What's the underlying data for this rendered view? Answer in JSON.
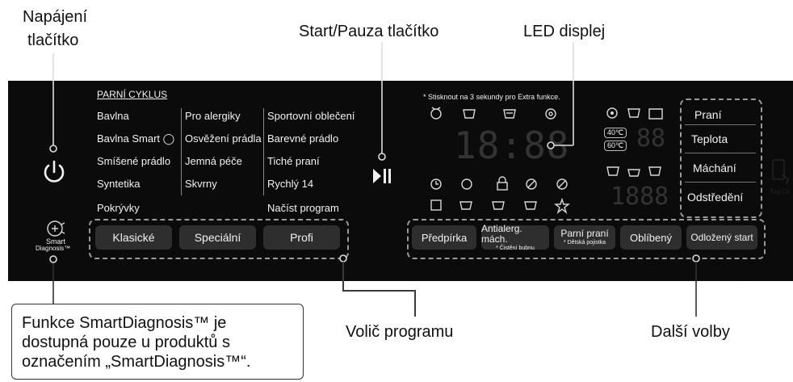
{
  "callouts": {
    "power_line1": "Napájení",
    "power_line2": "tlačítko",
    "start": "Start/Pauza tlačítko",
    "led": "LED displej",
    "volic": "Volič programu",
    "dalsi": "Další volby",
    "smart_note_line1": "Funkce SmartDiagnosis™ je",
    "smart_note_line2": "dostupná pouze u produktů s",
    "smart_note_line3": "označením „SmartDiagnosis™“."
  },
  "panel": {
    "steam_header": "PARNÍ CYKLUS",
    "programs_col1": [
      "Bavlna",
      "Bavlna Smart ◯",
      "Smíšené prádlo",
      "Syntetika",
      "Pokrývky"
    ],
    "programs_col2": [
      "Pro alergiky",
      "Osvěžení prádla",
      "Jemná péče",
      "Skvrny"
    ],
    "programs_col3": [
      "Sportovní oblečení",
      "Barevné prádlo",
      "Tiché praní",
      "Rychlý 14",
      "Načíst program"
    ],
    "program_buttons": [
      "Klasické",
      "Speciální",
      "Profi"
    ],
    "smart_label1": "Smart",
    "smart_label2": "Diagnosis™",
    "extra_note": "* Stisknout na 3 sekundy pro Extra funkce.",
    "display_time": "18:88",
    "display_temp": "88",
    "display_spin": "1888",
    "temp_40": "40℃",
    "temp_60": "60℃",
    "right_buttons": [
      "Praní",
      "Teplota",
      "Máchání",
      "Odstředění"
    ],
    "tag_on": "Tag On",
    "option_buttons": [
      {
        "label": "Předpírka",
        "sub": ""
      },
      {
        "label": "Antialerg. mách.",
        "sub": "* Čistění bubnu"
      },
      {
        "label": "Parní praní",
        "sub": "* Dětská pojistka"
      },
      {
        "label": "Oblíbený",
        "sub": ""
      },
      {
        "label": "Odložený start",
        "sub": ""
      }
    ]
  }
}
